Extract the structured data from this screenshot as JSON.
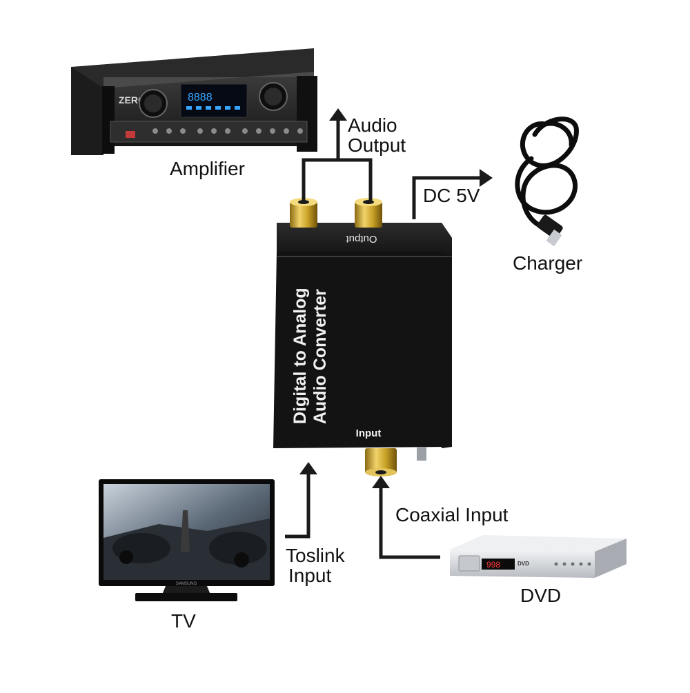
{
  "labels": {
    "amplifier": "Amplifier",
    "audio_output_line1": "Audio",
    "audio_output_line2": "Output",
    "dc": "DC 5V",
    "charger": "Charger",
    "converter_title_line1": "Digital  to Analog",
    "converter_title_line2": "Audio Converter",
    "output_port": "Output",
    "input_port": "Input",
    "coaxial_input": "Coaxial Input",
    "toslink_line1": "Toslink",
    "toslink_line2": "Input",
    "dvd": "DVD",
    "tv": "TV"
  },
  "device_markings": {
    "amp_brand": "ZERO",
    "amp_display": "8888",
    "dvd_display": "998",
    "dvd_logo": "DVD",
    "tv_brand": "SAMSUNG"
  },
  "colors": {
    "arrow": "#1a1a1a",
    "device_black": "#141414",
    "gold": "#c9a227",
    "display_blue": "#1e8fe0",
    "dvd_silver": "#d9dce0"
  }
}
